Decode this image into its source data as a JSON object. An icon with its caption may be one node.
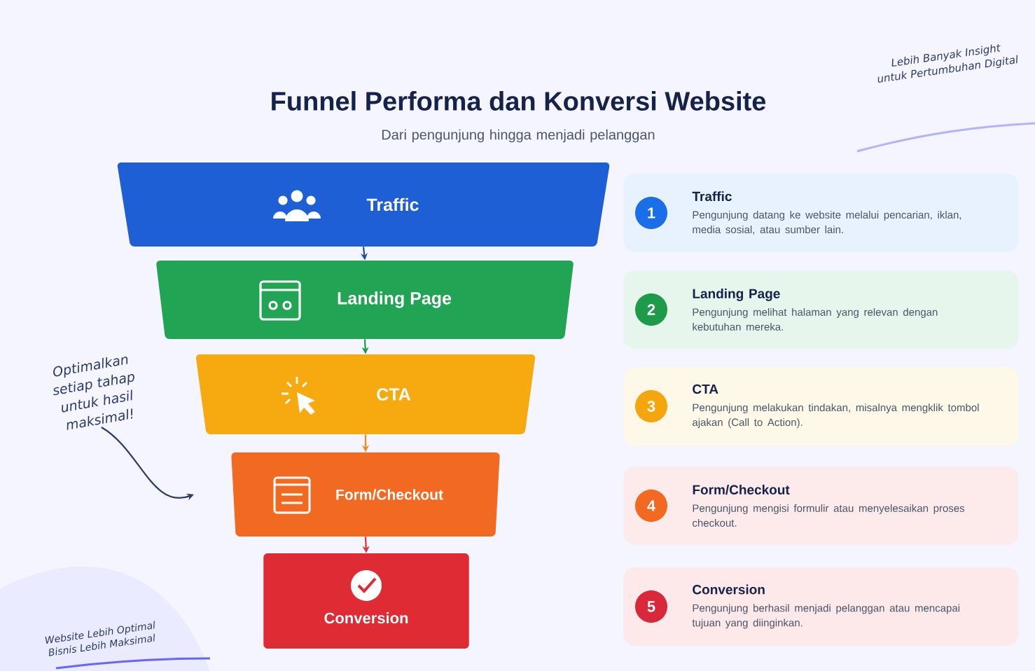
{
  "diagram": {
    "title": "Funnel Performa dan Konversi Website",
    "nodes": [
      {
        "text": [
          "Traffic"
        ]
      },
      {
        "text": [
          "Landing Page"
        ]
      },
      {
        "text": [
          "CTA"
        ]
      },
      {
        "text": [
          "Form/Checkout"
        ]
      },
      {
        "text": [
          "Conversion"
        ]
      },
      {
        "text": [
          "Traffic",
          "Pengunjung datang ke website melalui pencarian, iklan, media sosial, atau sumber lain."
        ]
      },
      {
        "text": [
          "1"
        ],
        "in": 5
      },
      {
        "text": [
          "Landing Page",
          "Pengunjung melihat halaman yang relevan dengan kebutuhan mereka."
        ]
      },
      {
        "text": [
          "2"
        ],
        "in": 7
      },
      {
        "text": [
          "CTA",
          "Pengunjung melakukan tindakan, misalnya mengklik tombol ajakan (Call to Action)."
        ]
      },
      {
        "text": [
          "3"
        ],
        "in": 9
      },
      {
        "text": [
          "Form/Checkout",
          "Pengunjung mengisi formulir atau menyelesaikan proses checkout."
        ]
      },
      {
        "text": [
          "4"
        ],
        "in": 11
      },
      {
        "text": [
          "Conversion",
          "Pengunjung berhasil menjadi pelanggan atau mencapai tujuan yang diinginkan."
        ]
      },
      {
        "text": [
          "5"
        ],
        "in": 13
      },
      {
        "text": [
          "Optimalkan setiap tahap untuk hasil maksimal!"
        ]
      }
    ],
    "edges": [
      {
        "from": 0,
        "to": 1,
        "arrow": "to",
        "color": "#1a4fb5"
      },
      {
        "from": 1,
        "to": 2,
        "arrow": "to",
        "color": "#1e9b4a"
      },
      {
        "from": 2,
        "to": 3,
        "arrow": "to",
        "color": "#f08a1c"
      },
      {
        "from": 3,
        "to": 4,
        "arrow": "to",
        "color": "#d9342b"
      },
      {
        "from": 15,
        "to": 3,
        "arrow": "to",
        "color": "#2b3a6b"
      }
    ],
    "labels": [
      "Dari pengunjung hingga menjadi pelanggan",
      "Lebih Banyak Insight untuk Pertumbuhan Digital",
      "Website Lebih Optimal Bisnis Lebih Maksimal"
    ]
  }
}
